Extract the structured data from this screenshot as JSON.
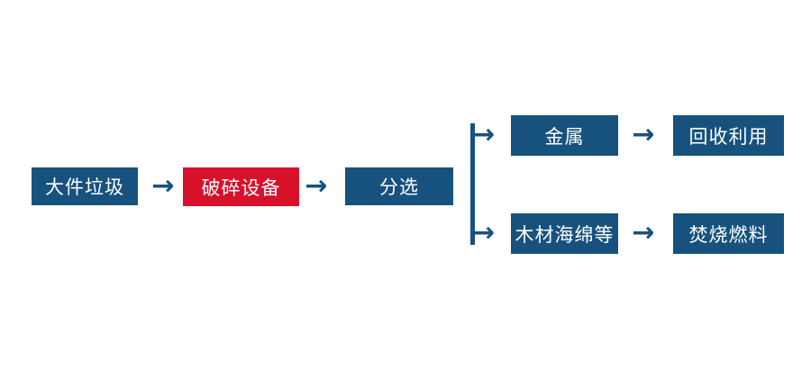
{
  "colors": {
    "node_blue": "#17527E",
    "node_red": "#D8112B",
    "arrow_blue": "#17527E",
    "node_text": "#FFFFFF",
    "background": "#FFFFFF"
  },
  "icons": {
    "arrow_right": "→"
  },
  "diagram": {
    "type": "flowchart",
    "nodes": {
      "bulky_waste": "大件垃圾",
      "crushing_equipment": "破碎设备",
      "sorting": "分选",
      "metal": "金属",
      "recycling": "回收利用",
      "wood_sponge_etc": "木材海绵等",
      "incineration_fuel": "焚烧燃料"
    },
    "edges": [
      {
        "from": "大件垃圾",
        "to": "破碎设备"
      },
      {
        "from": "破碎设备",
        "to": "分选"
      },
      {
        "from": "分选",
        "to": "金属"
      },
      {
        "from": "分选",
        "to": "木材海绵等"
      },
      {
        "from": "金属",
        "to": "回收利用"
      },
      {
        "from": "木材海绵等",
        "to": "焚烧燃料"
      }
    ]
  }
}
